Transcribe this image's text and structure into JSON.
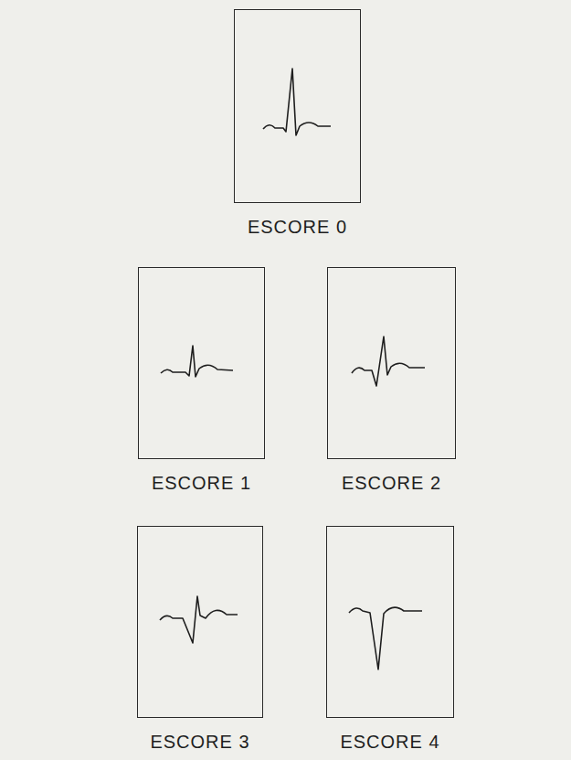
{
  "diagram": {
    "nodes": [
      {
        "text": [
          "ESCORE 0"
        ]
      },
      {
        "text": [
          "ESCORE 1"
        ]
      },
      {
        "text": [
          "ESCORE 2"
        ]
      },
      {
        "text": [
          "ESCORE 3"
        ]
      },
      {
        "text": [
          "ESCORE 4"
        ]
      }
    ]
  }
}
